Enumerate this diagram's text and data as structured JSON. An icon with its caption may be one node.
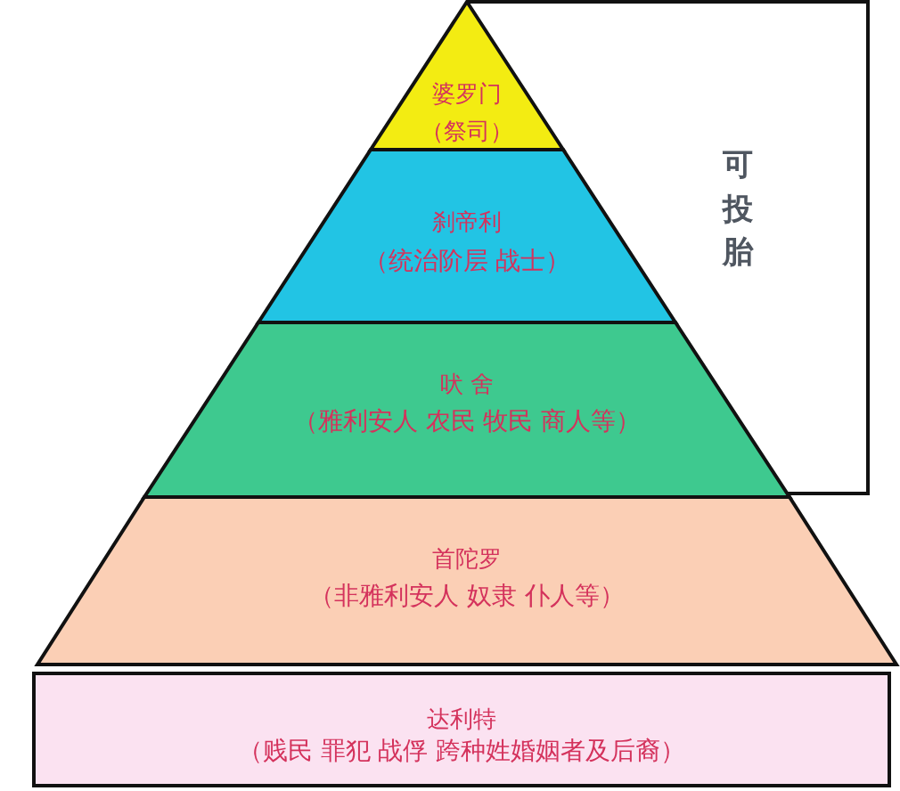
{
  "diagram": {
    "nodes": [
      {
        "text": [
          "婆罗门",
          "（祭司）"
        ]
      },
      {
        "text": [
          "刹帝利",
          "（统治阶层 战士）"
        ]
      },
      {
        "text": [
          "吠 舍",
          "（雅利安人 农民 牧民 商人等）"
        ]
      },
      {
        "text": [
          "首陀罗",
          "（非雅利安人 奴隶 仆人等）"
        ]
      },
      {
        "text": [
          "达利特",
          "（贱民 罪犯 战俘 跨种姓婚姻者及后裔）"
        ]
      },
      {
        "text": [
          "可投胎"
        ]
      }
    ]
  }
}
